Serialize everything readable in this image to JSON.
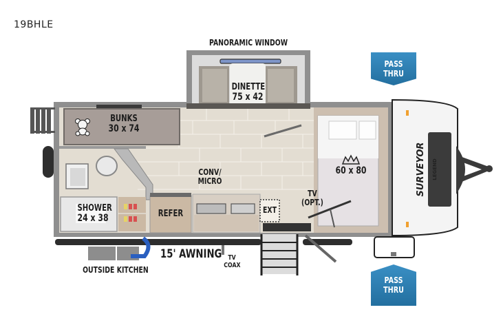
{
  "model": "19BHLE",
  "labels": {
    "panoramic_window": "PANORAMIC WINDOW",
    "dinette_name": "DINETTE",
    "dinette_size": "75 x 42",
    "bunks_name": "BUNKS",
    "bunks_size": "30 x 74",
    "bed_size": "60 x 80",
    "conv_line1": "CONV/",
    "conv_line2": "MICRO",
    "tv_line1": "TV",
    "tv_line2": "(OPT.)",
    "shower_name": "SHOWER",
    "shower_size": "24 x 38",
    "refer": "REFER",
    "ext": "EXT",
    "awning": "15' AWNING",
    "tv_coax_line1": "TV",
    "tv_coax_line2": "COAX",
    "outside_kitchen": "OUTSIDE KITCHEN"
  },
  "badges": {
    "top": {
      "line1": "PASS",
      "line2": "THRU"
    },
    "bottom": {
      "line1": "PASS",
      "line2": "THRU"
    }
  },
  "brand": {
    "name": "SURVEYOR",
    "sub": "LEGEND"
  },
  "colors": {
    "badge_blue": "#2c7fb3",
    "wall_gray": "#8f8f8f",
    "floor_tile": "#e3ddd2",
    "bunk_carpet": "#a79d98",
    "cabinet_wood": "#cbb9a4"
  }
}
